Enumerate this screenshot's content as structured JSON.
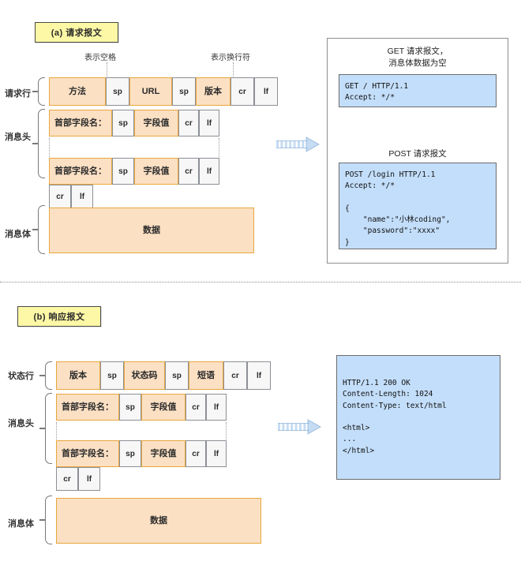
{
  "sections": [
    {
      "badge": "(a) 请求报文",
      "callouts": {
        "space": "表示空格",
        "newline": "表示换行符"
      },
      "group_labels": {
        "line": "请求行",
        "headers": "消息头",
        "body": "消息体"
      },
      "start_line_cells": [
        "方法",
        "sp",
        "URL",
        "sp",
        "版本",
        "cr",
        "lf"
      ],
      "header_cells": [
        "首部字段名：",
        "sp",
        "字段值",
        "cr",
        "lf"
      ],
      "blank_line_cells": [
        "cr",
        "lf"
      ],
      "body_cell": "数据",
      "examples": [
        {
          "caption_line1": "GET 请求报文，",
          "caption_line2": "消息体数据为空",
          "code": "GET / HTTP/1.1\nAccept: */*"
        },
        {
          "caption_line1": "POST 请求报文",
          "caption_line2": "",
          "code": "POST /login HTTP/1.1\nAccept: */*\n\n{\n    \"name\":\"小林coding\",\n    \"password\":\"xxxx\"\n}"
        }
      ]
    },
    {
      "badge": "(b) 响应报文",
      "callouts": {
        "space": "",
        "newline": ""
      },
      "group_labels": {
        "line": "状态行",
        "headers": "消息头",
        "body": "消息体"
      },
      "start_line_cells": [
        "版本",
        "sp",
        "状态码",
        "sp",
        "短语",
        "cr",
        "lf"
      ],
      "header_cells": [
        "首部字段名：",
        "sp",
        "字段值",
        "cr",
        "lf"
      ],
      "blank_line_cells": [
        "cr",
        "lf"
      ],
      "body_cell": "数据",
      "examples": [
        {
          "caption_line1": "",
          "caption_line2": "",
          "code": "HTTP/1.1 200 OK\nContent-Length: 1024\nContent-Type: text/html\n\n<html>\n...\n</html>"
        }
      ]
    }
  ],
  "colors": {
    "orange_fill": "#fbe0c4",
    "orange_border": "#e8a73c",
    "white_fill": "#f7f7f7",
    "gray_border": "#8c8f96",
    "badge_fill": "#fdf8a6",
    "code_fill": "#c3defa",
    "arrow": "#c6dcf3"
  },
  "icons": {
    "arrow": "dashed-right-arrow-icon"
  }
}
